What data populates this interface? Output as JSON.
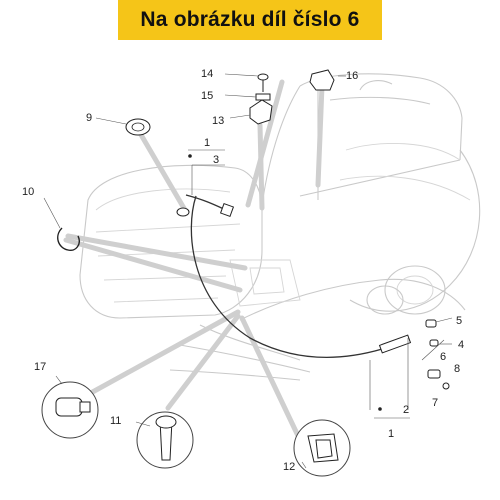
{
  "header": {
    "title": "Na obrázku díl číslo 6",
    "background": "#f5c518"
  },
  "callouts": {
    "n1a": "1",
    "n1b": "1",
    "n2": "2",
    "n3": "3",
    "n4": "4",
    "n5": "5",
    "n6": "6",
    "n7": "7",
    "n8": "8",
    "n9": "9",
    "n10": "10",
    "n11": "11",
    "n12": "12",
    "n13": "13",
    "n14": "14",
    "n15": "15",
    "n16": "16",
    "n17": "17"
  }
}
